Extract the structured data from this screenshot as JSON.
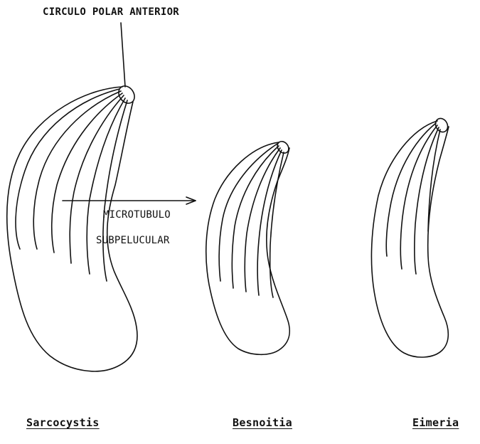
{
  "callouts": {
    "anterior_polar_ring": "CIRCULO POLAR ANTERIOR",
    "subpellicular_line_1": "MICROTUBULO",
    "subpellicular_line_2": "SUBPELUCULAR"
  },
  "organisms": [
    {
      "genus": "Sarcocystis"
    },
    {
      "genus": "Besnoitia"
    },
    {
      "genus": "Eimeria"
    }
  ],
  "colors": {
    "ink": "#111111",
    "paper": "#ffffff"
  }
}
